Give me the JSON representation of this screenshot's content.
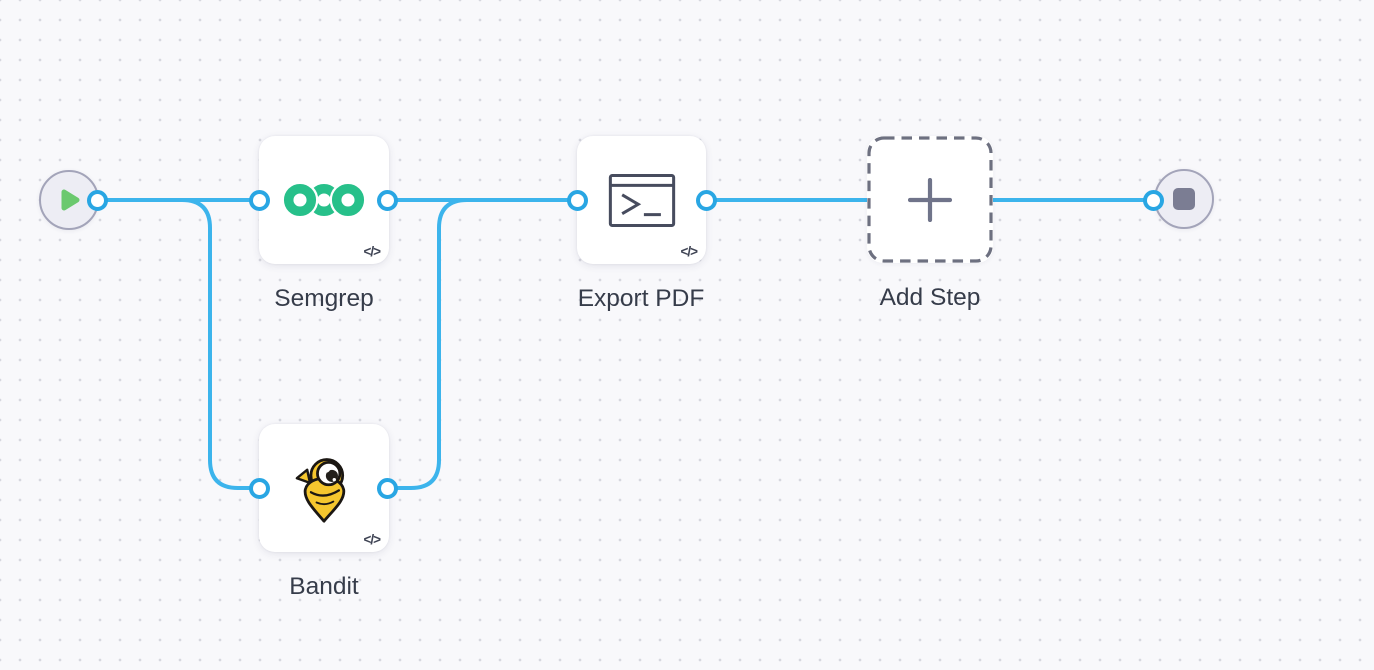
{
  "colors": {
    "canvas_bg": "#f8f8fb",
    "dot": "#d6d7df",
    "edge_blue": "#3cb4ec",
    "ring_blue": "#29a6e3",
    "node_label": "#363c4a",
    "badge_slate": "#3f4454",
    "icon_slate": "#474c5e",
    "dash_gray": "#6d7080",
    "plus_gray": "#70748a",
    "terminal_border": "#a3a4b9",
    "terminal_bg": "#ededf4",
    "play_green": "#6bc96e",
    "stop_gray": "#7b7d93",
    "semgrep_green": "#27c08a",
    "bandit_yellow": "#f5c62e",
    "bandit_outline": "#1b1713"
  },
  "nodes": {
    "start": {
      "icon": "play-icon"
    },
    "semgrep": {
      "label": "Semgrep",
      "icon": "semgrep-logo",
      "badge": "</>"
    },
    "bandit": {
      "label": "Bandit",
      "icon": "bandit-logo",
      "badge": "</>"
    },
    "export_pdf": {
      "label": "Export PDF",
      "icon": "terminal-window-icon",
      "badge": "</>"
    },
    "add_step": {
      "label": "Add Step",
      "icon": "plus-icon"
    },
    "end": {
      "icon": "stop-icon"
    }
  },
  "edges": [
    {
      "from": "start",
      "to": "semgrep"
    },
    {
      "from": "start",
      "to": "bandit"
    },
    {
      "from": "semgrep",
      "to": "export_pdf"
    },
    {
      "from": "bandit",
      "to": "export_pdf"
    },
    {
      "from": "export_pdf",
      "to": "end"
    }
  ]
}
